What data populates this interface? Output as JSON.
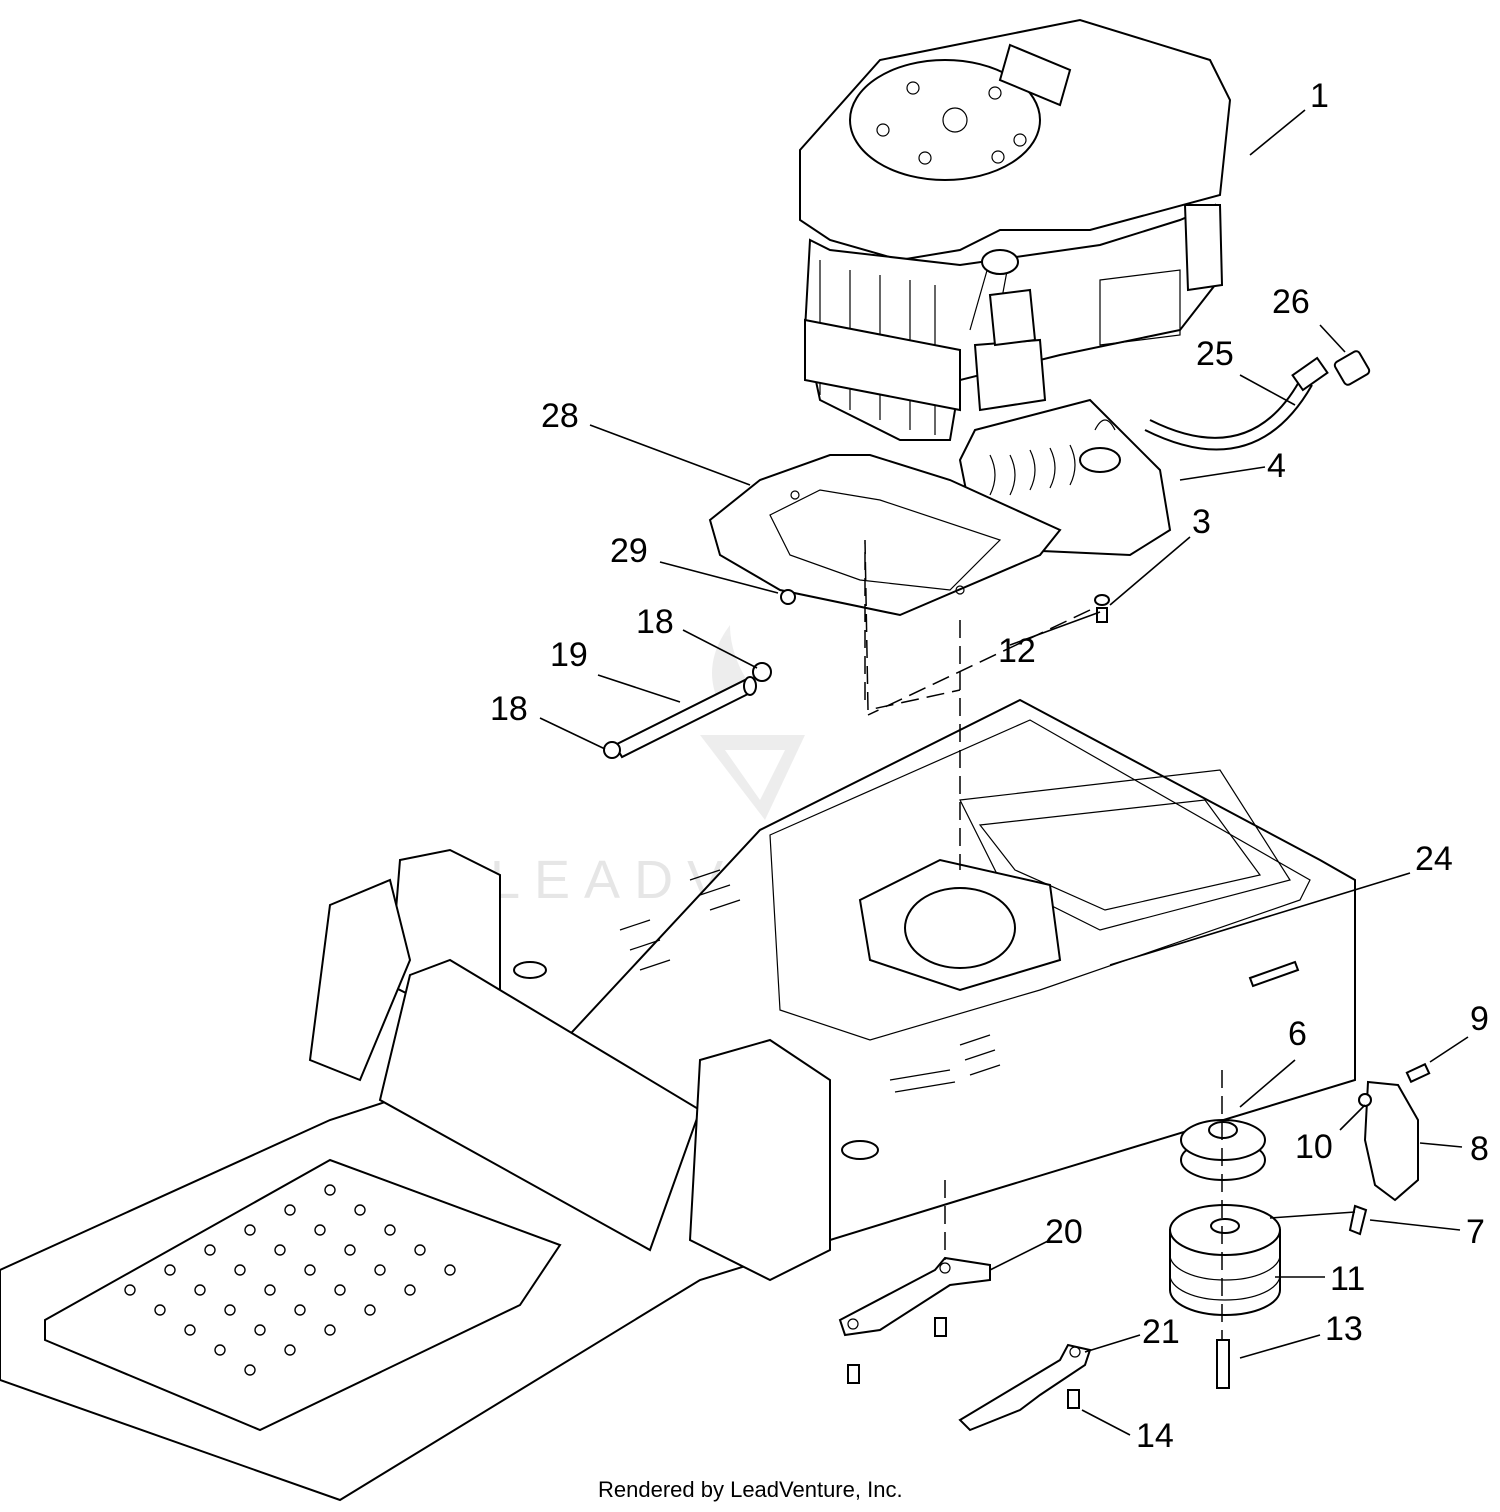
{
  "diagram": {
    "callouts": [
      "1",
      "26",
      "25",
      "28",
      "4",
      "3",
      "29",
      "18",
      "12",
      "19",
      "18",
      "24",
      "6",
      "9",
      "10",
      "8",
      "7",
      "20",
      "11",
      "13",
      "21",
      "14"
    ]
  },
  "watermark": {
    "brand": "LEADVENTURE"
  },
  "footer": {
    "credit": "Rendered by LeadVenture, Inc."
  }
}
